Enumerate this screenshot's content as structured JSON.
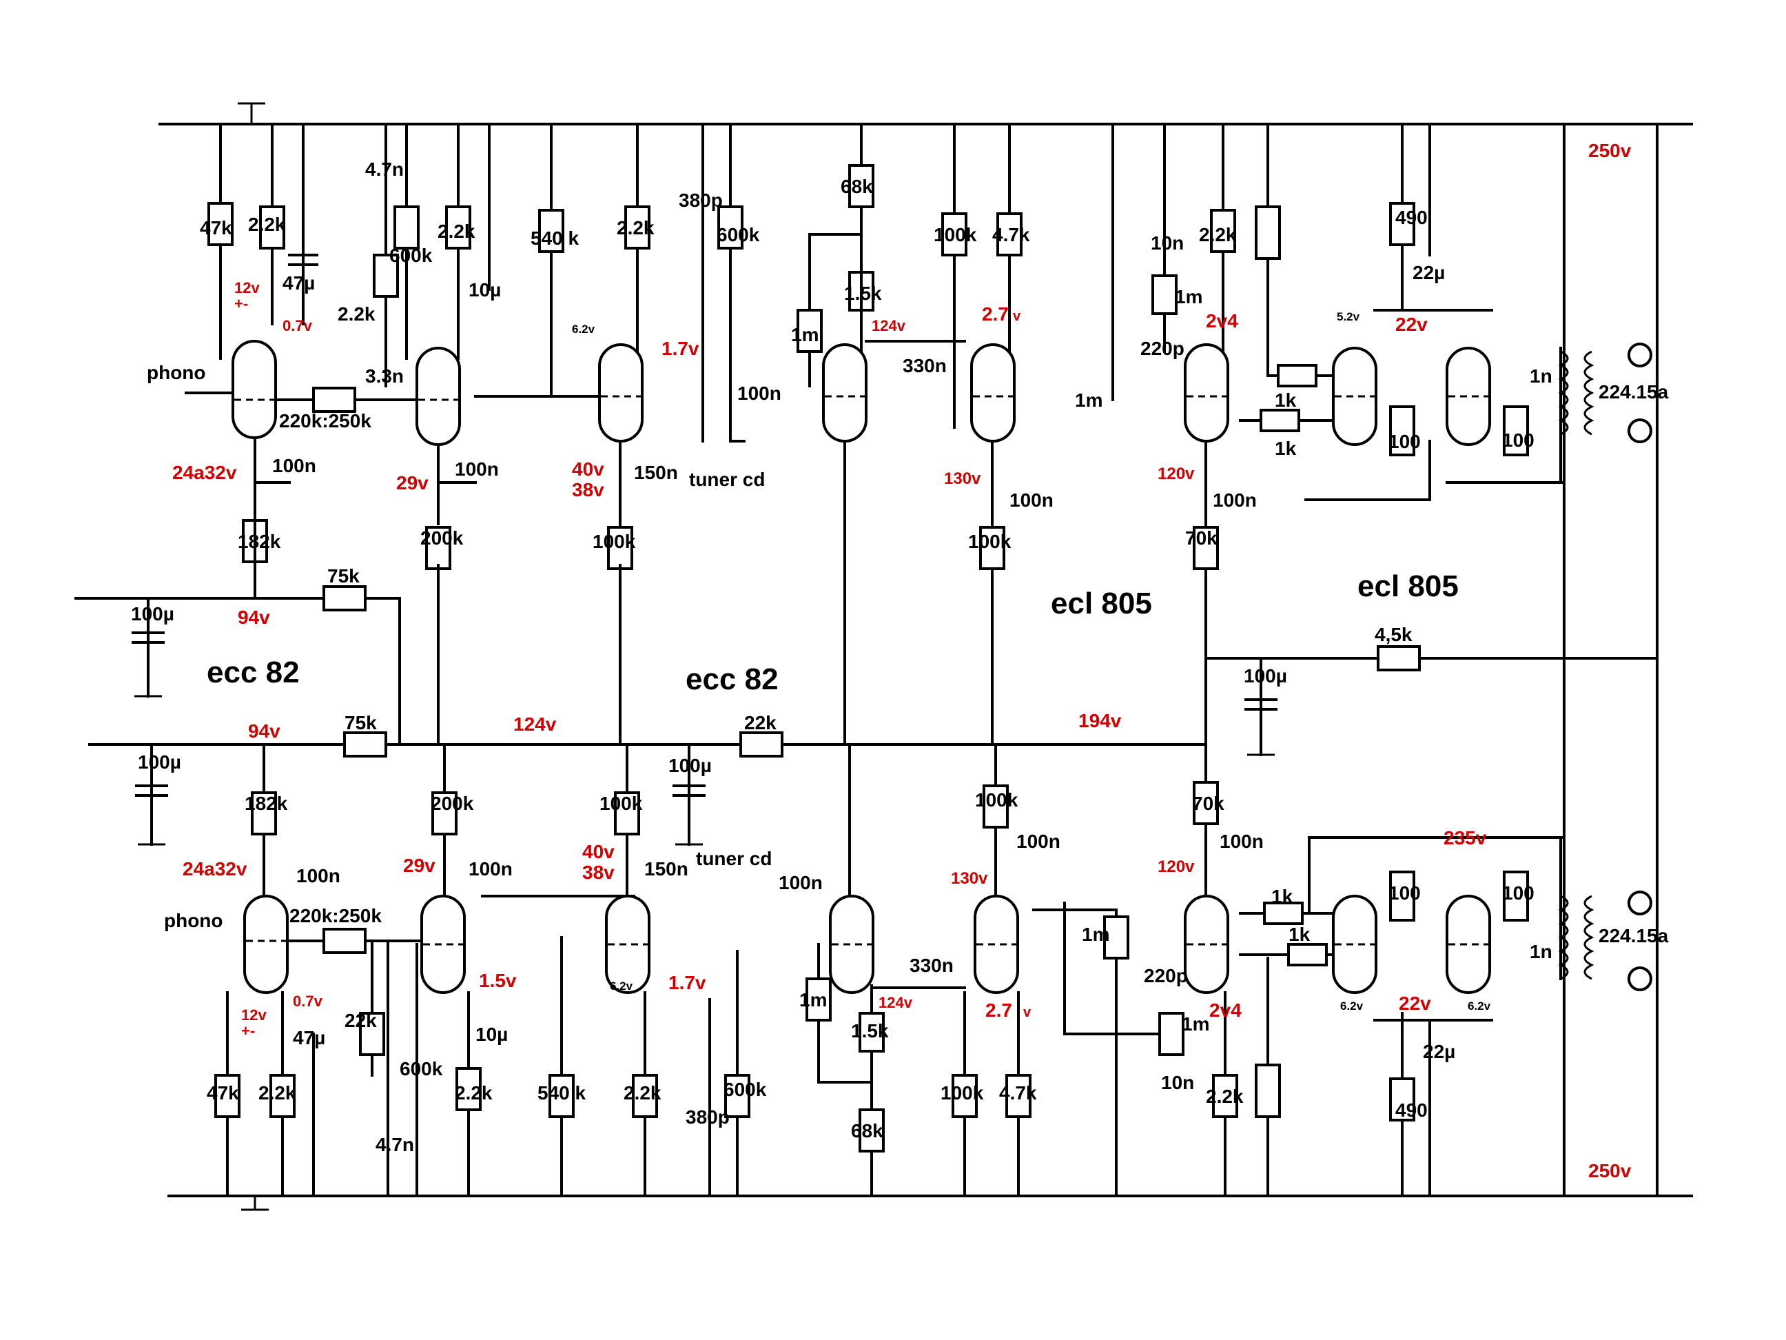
{
  "diagram": {
    "sections": {
      "tube_left_top": "ecc 82",
      "tube_center": "ecc 82",
      "tube_ecl_left": "ecl 805",
      "tube_ecl_right": "ecl 805"
    },
    "inputs": {
      "phono_top": "phono",
      "phono_bottom": "phono",
      "tuner_top": "tuner cd",
      "tuner_bottom": "tuner cd"
    },
    "voltages": {
      "top_12v": "12v",
      "top_pm": "+-",
      "top_07v": "0.7v",
      "top_24a32v": "24a32v",
      "top_29v": "29v",
      "top_17v": "1.7v",
      "top_40v": "40v",
      "top_38v": "38v",
      "top_124v_small": "124v",
      "top_27v": "2.7",
      "top_27v_unit": "v",
      "top_130v": "130v",
      "top_2v4": "2v4",
      "top_120v": "120v",
      "top_22v": "22v",
      "top_94v": "94v",
      "mid_94v": "94v",
      "mid_124v": "124v",
      "mid_194v": "194v",
      "supply_top": "250v",
      "supply_bottom": "250v",
      "bot_24a32v": "24a32v",
      "bot_29v": "29v",
      "bot_40v": "40v",
      "bot_38v": "38v",
      "bot_15v": "1.5v",
      "bot_17v": "1.7v",
      "bot_07v": "0.7v",
      "bot_12v": "12v",
      "bot_pm": "+-",
      "bot_124v_small": "124v",
      "bot_130v": "130v",
      "bot_27v": "2.7",
      "bot_27v_unit": "v",
      "bot_2v4": "2v4",
      "bot_120v": "120v",
      "bot_235v": "235v",
      "bot_22v": "22v",
      "heater_62a": "6.2v",
      "heater_62b": "6.2v",
      "heater_52": "5.2v",
      "heater_62c": "6.2v",
      "heater_62d": "6.2v"
    },
    "components_top": {
      "r47k": "47k",
      "r22k_a": "2.2k",
      "c47u": "47µ",
      "c47n": "4.7n",
      "r600k_a": "600k",
      "r22k_b": "2.2k",
      "c10u": "10µ",
      "r22k_c": "2.2k",
      "c33n": "3.3n",
      "r220k250k": "220k:250k",
      "c100n_a": "100n",
      "c100n_b": "100n",
      "r540k": "540 k",
      "r22k_d": "2.2k",
      "c150n": "150n",
      "c380p": "380p",
      "r600k_b": "600k",
      "c100n_c": "100n",
      "r68k": "68k",
      "r15k": "1.5k",
      "p1m_a": "1m",
      "c330n": "330n",
      "r100k_a": "100k",
      "r47k_b": "4.7k",
      "c100n_d": "100n",
      "c10n": "10n",
      "p1m_b": "1m",
      "c220p": "220p",
      "p1m_c": "1m",
      "r22k_e": "2.2k",
      "c100n_e": "100n",
      "r490": "490",
      "c22u": "22µ",
      "r1k_a": "1k",
      "r1k_b": "1k",
      "r100_a": "100",
      "r100_b": "100",
      "c1n": "1n",
      "tr": "224.15a"
    },
    "components_mid": {
      "r182k_a": "182k",
      "r200k_a": "200k",
      "r100k_a": "100k",
      "r100k_b": "100k",
      "r70k_a": "70k",
      "r75k_a": "75k",
      "r75k_b": "75k",
      "c100u_a": "100µ",
      "c100u_b": "100µ",
      "c100u_c": "100µ",
      "c100u_d": "100µ",
      "r22k": "22k",
      "r45k": "4,5k",
      "r182k_b": "182k",
      "r200k_b": "200k",
      "r100k_c": "100k",
      "r100k_d": "100k",
      "r70k_b": "70k"
    },
    "components_bot": {
      "c100n_a": "100n",
      "r220k250k": "220k:250k",
      "c100n_b": "100n",
      "c150n": "150n",
      "c100n_c": "100n",
      "c330n": "330n",
      "c100n_d": "100n",
      "c100n_e": "100n",
      "p1m_a": "1m",
      "p1m_b": "1m",
      "c220p": "220p",
      "p1m_c": "1m",
      "c10n": "10n",
      "r1k_a": "1k",
      "r1k_b": "1k",
      "r100_a": "100",
      "r100_b": "100",
      "c1n": "1n",
      "tr": "224.15a",
      "r47k": "47k",
      "r22k_a": "2.2k",
      "c47u": "47µ",
      "r22k_b": "22k",
      "c47n": "4.7n",
      "r600k_a": "600k",
      "r22k_c": "2.2k",
      "c10u": "10µ",
      "r540k": "540 k",
      "r22k_d": "2.2k",
      "c380p": "380p",
      "r600k_b": "600k",
      "r15k": "1.5k",
      "r68k": "68k",
      "r100k": "100k",
      "r47k_b": "4.7k",
      "r22k_e": "2.2k",
      "r490": "490",
      "c22u": "22µ"
    }
  }
}
